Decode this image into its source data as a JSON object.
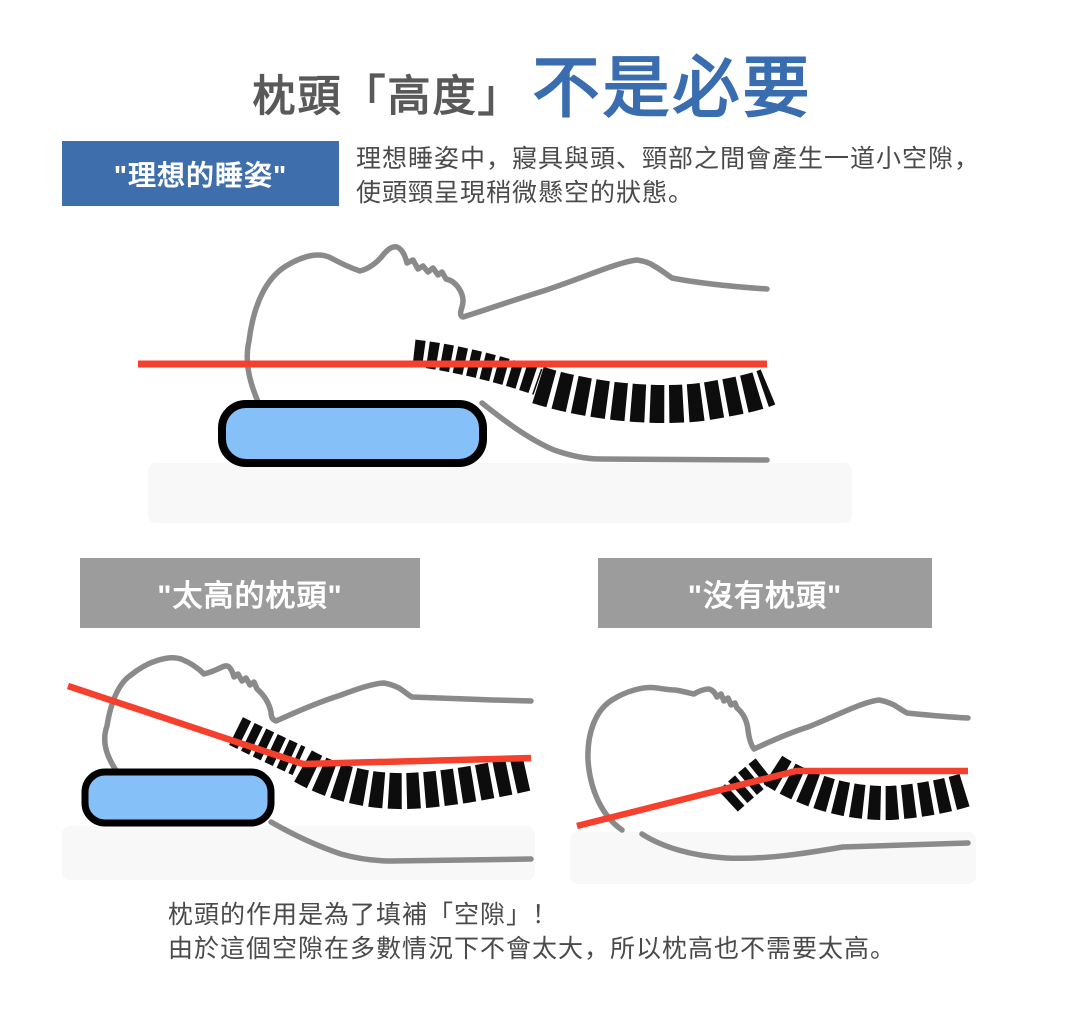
{
  "title": {
    "prefix": "枕頭「高度」",
    "emphasis": "不是必要"
  },
  "ideal": {
    "label": "\"理想的睡姿\"",
    "desc_line1": "理想睡姿中，寢具與頭、頸部之間會產生一道小空隙，",
    "desc_line2": "使頭頸呈現稍微懸空的狀態。"
  },
  "comparisons": [
    {
      "label": "\"太高的枕頭\""
    },
    {
      "label": "\"沒有枕頭\""
    }
  ],
  "footer": {
    "line1": "枕頭的作用是為了填補「空隙」！",
    "line2": "由於這個空隙在多數情況下不會太大，所以枕高也不需要太高。"
  },
  "colors": {
    "accent_blue": "#3A6DB0",
    "label_box_blue": "#3E6FAC",
    "caption_gray": "#9C9C9C",
    "alignment_line_red": "#F4402D",
    "pillow_blue": "#85C1F8",
    "body_outline_gray": "#8A8A8A",
    "spine_black": "#0D0D0D",
    "mattress_gray": "#F8F8F8",
    "text_dark": "#4A4A4A",
    "title_gray": "#595959"
  }
}
